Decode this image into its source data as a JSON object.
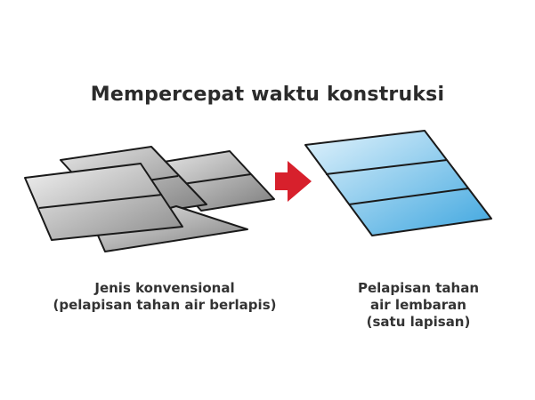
{
  "title": "Mempercepat waktu konstruksi",
  "left_caption": {
    "line1": "Jenis konvensional",
    "line2": "(pelapisan tahan air berlapis)"
  },
  "right_caption": {
    "line1": "Pelapisan tahan",
    "line2": "air lembaran",
    "line3": "(satu lapisan)"
  },
  "colors": {
    "arrow": "#d7202c",
    "sheet_blue_light": "#d3ecfa",
    "sheet_blue_dark": "#3fa6df",
    "sheet_gray_light": "#eeeeee",
    "sheet_gray_dark": "#8a8a8a",
    "outline": "#1a1a1a"
  }
}
